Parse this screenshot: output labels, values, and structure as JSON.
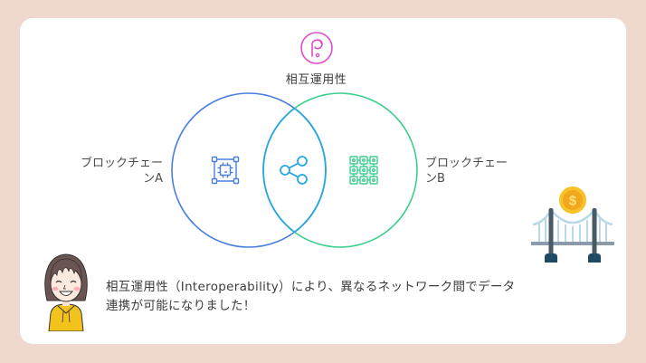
{
  "diagram": {
    "title": "相互運用性",
    "logo_icon": "polkadot-p-icon",
    "colors": {
      "background": "#efd9cf",
      "card": "#ffffff",
      "circle_a": "#4a7fe0",
      "circle_b": "#3ccf8e",
      "intersection": "#29a8e0",
      "logo": "#e04ccc"
    },
    "left_set": {
      "label_line1": "ブロックチェー",
      "label_line2": "ンA",
      "icon": "chip-network-icon"
    },
    "right_set": {
      "label_line1": "ブロックチェー",
      "label_line2": "ンB",
      "icon": "node-grid-icon"
    },
    "intersection": {
      "icon": "share-icon"
    },
    "decoration": {
      "icon": "bridge-coin-icon"
    }
  },
  "speaker": {
    "avatar": "woman-avatar",
    "message_line1": "相互運用性（Interoperability）により、異なるネットワーク間でデータ",
    "message_line2": "連携が可能になりました！"
  }
}
